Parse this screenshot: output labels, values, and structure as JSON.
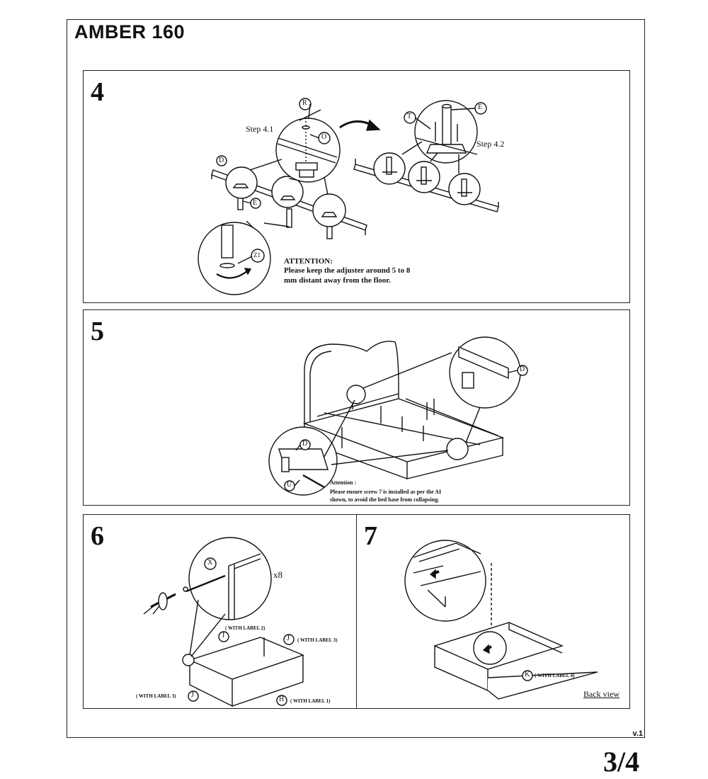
{
  "header": {
    "title": "AMBER  160"
  },
  "footer": {
    "version": "v.1",
    "page": "3/4"
  },
  "step4": {
    "number": "4",
    "step41": "Step 4.1",
    "step42": "Step 4.2",
    "labels": {
      "R": "R",
      "O": "O",
      "D": "D",
      "E": "E",
      "T": "T",
      "E2": "E",
      "Z1": "Z1"
    },
    "attention_title": "ATTENTION:",
    "attention_line1": "Please keep the adjuster around 5 to 8",
    "attention_line2": "mm distant away from the floor."
  },
  "step5": {
    "number": "5",
    "labels": {
      "D1": "D",
      "D2": "D",
      "U": "U"
    },
    "attention_title": "Attention :",
    "attention_line1": "Please ensure screw 7 is installed as per the AI",
    "attention_line2": "shown, to avoid the bed base from collapsing."
  },
  "step6": {
    "number": "6",
    "labels": {
      "X": "X",
      "I": "I",
      "J1": "J",
      "J2": "J",
      "H": "H"
    },
    "count": "x8",
    "with_label_2": "( WITH LABEL 2)",
    "with_label_3a": "( WITH LABEL 3)",
    "with_label_3b": "( WITH LABEL 3)",
    "with_label_1": "( WITH LABEL 1)"
  },
  "step7": {
    "number": "7",
    "labels": {
      "K": "K"
    },
    "with_label_4": "( WITH LABEL 4)",
    "back_view": "Back view"
  }
}
